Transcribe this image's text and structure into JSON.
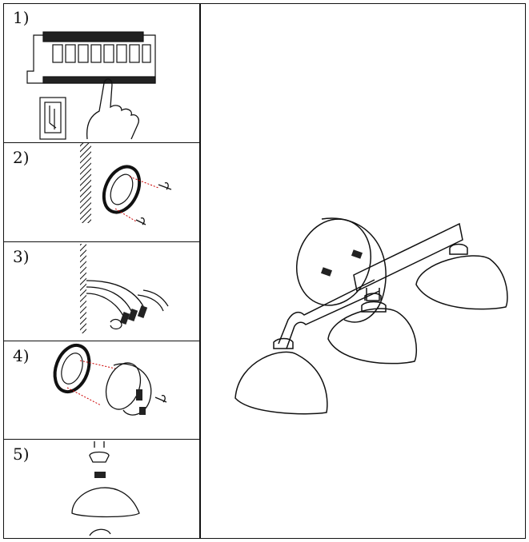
{
  "steps": [
    {
      "label": "1)",
      "icon": "breaker-switch-off"
    },
    {
      "label": "2)",
      "icon": "mount-bracket-to-wall"
    },
    {
      "label": "3)",
      "icon": "connect-wires"
    },
    {
      "label": "4)",
      "icon": "attach-canopy"
    },
    {
      "label": "5)",
      "icon": "install-glass-shade"
    }
  ],
  "main_illustration": "three-light-vanity-fixture"
}
